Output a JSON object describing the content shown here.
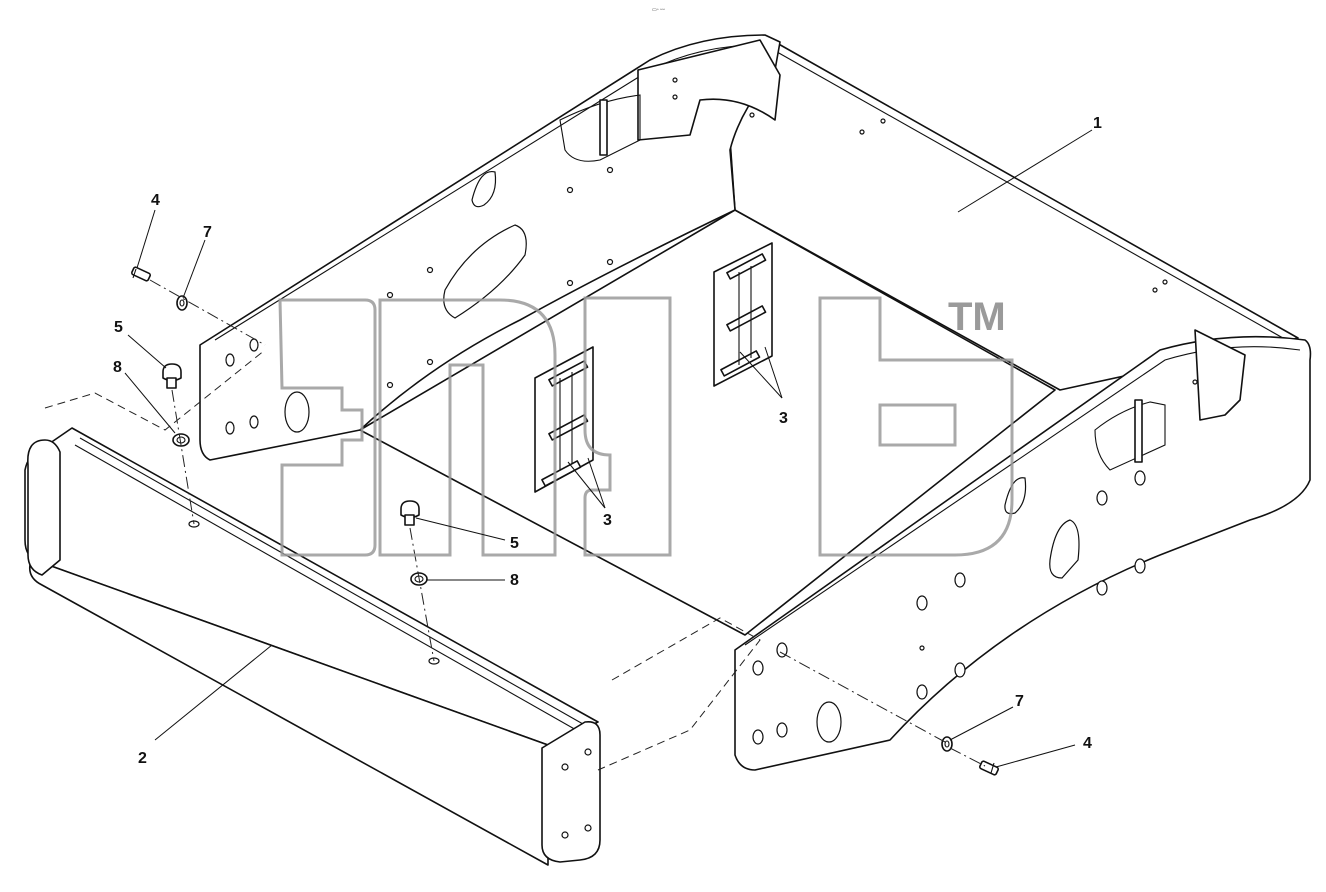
{
  "header": {
    "code": "▭▫ ▫▫▫"
  },
  "watermark": {
    "tm": "TM"
  },
  "callouts": [
    {
      "id": "c1",
      "label": "1"
    },
    {
      "id": "c2",
      "label": "2"
    },
    {
      "id": "c3a",
      "label": "3"
    },
    {
      "id": "c3b",
      "label": "3"
    },
    {
      "id": "c4a",
      "label": "4"
    },
    {
      "id": "c4b",
      "label": "4"
    },
    {
      "id": "c5a",
      "label": "5"
    },
    {
      "id": "c5b",
      "label": "5"
    },
    {
      "id": "c7a",
      "label": "7"
    },
    {
      "id": "c7b",
      "label": "7"
    },
    {
      "id": "c8a",
      "label": "8"
    },
    {
      "id": "c8b",
      "label": "8"
    }
  ]
}
